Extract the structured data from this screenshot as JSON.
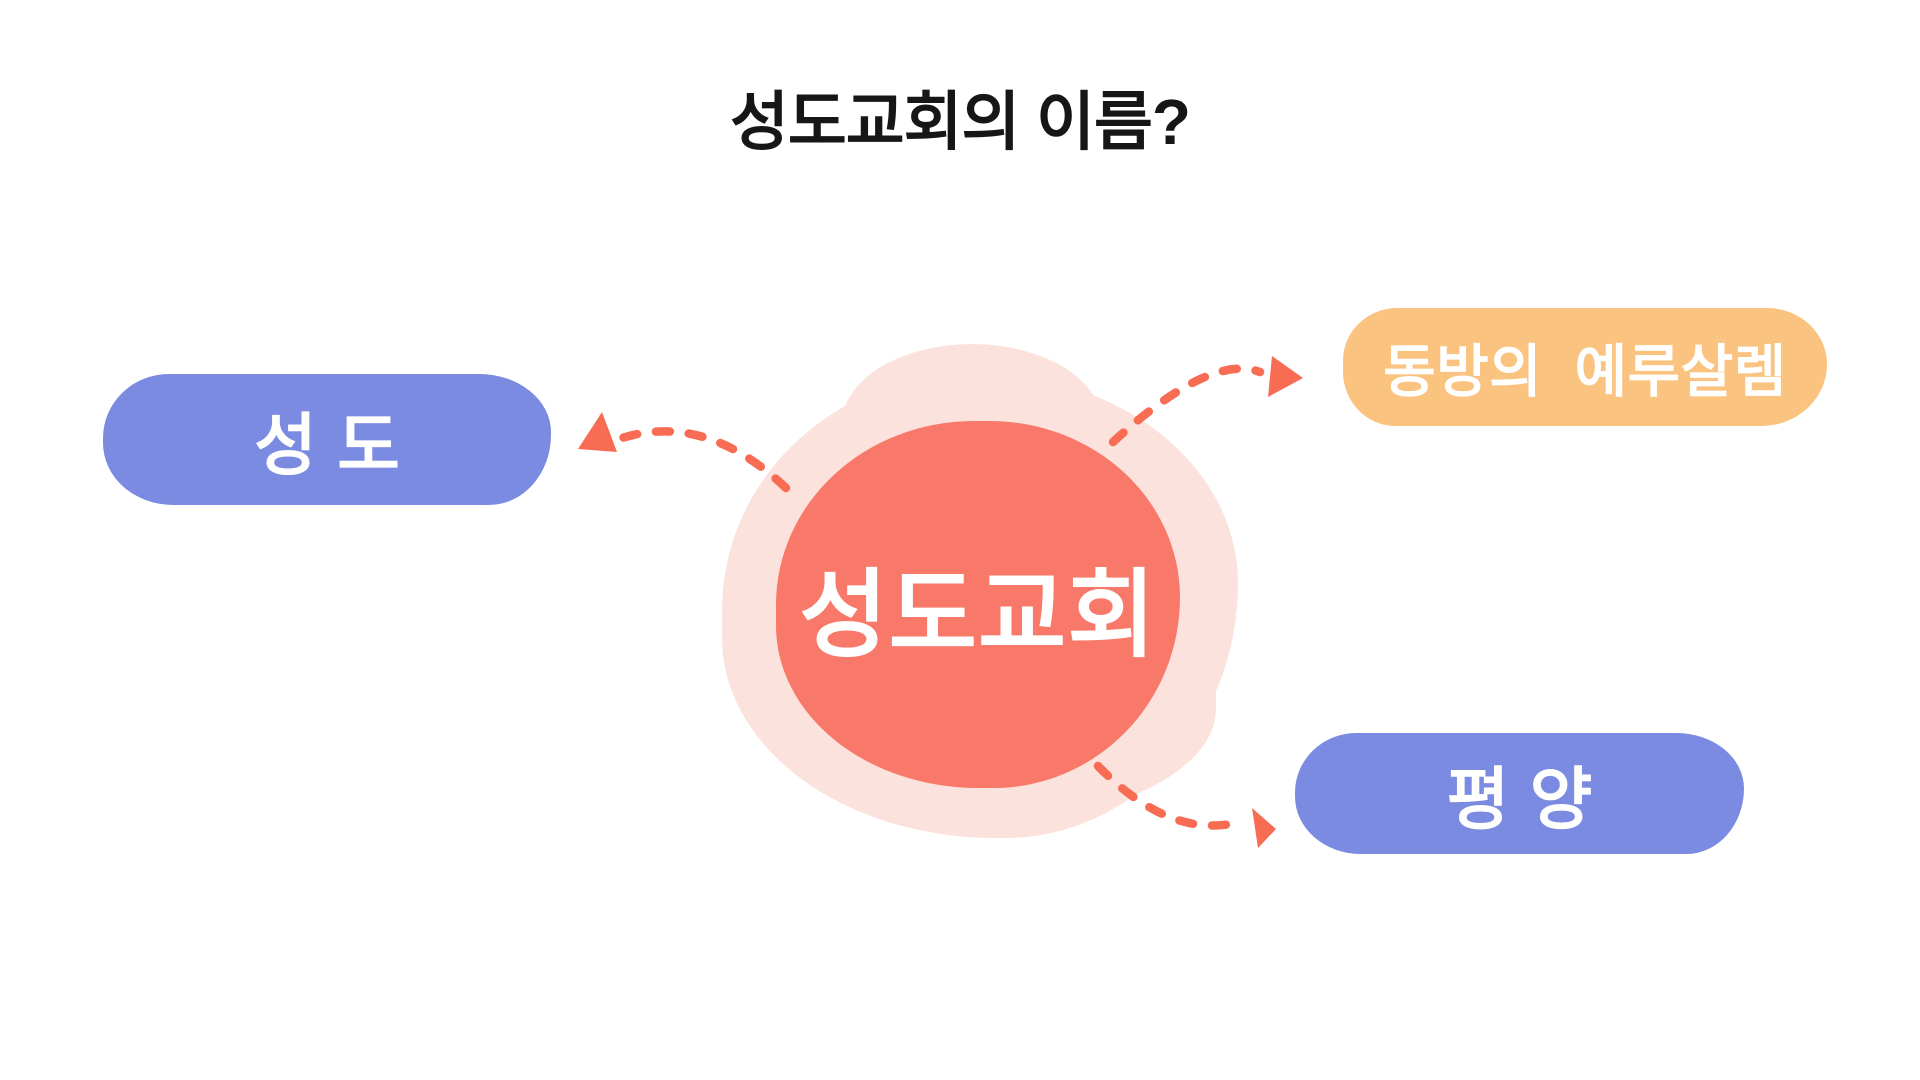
{
  "title": "성도교회의 이름?",
  "center": {
    "label": "성도교회",
    "shape": "blob-circle",
    "color": "#F8796A",
    "halo_color": "#FBE2DC",
    "text_color": "#FFFFFF"
  },
  "nodes": [
    {
      "id": "seongdo",
      "label": "성도",
      "position": "left",
      "color": "#7B8BE1",
      "text_color": "#FFFFFF"
    },
    {
      "id": "jerusalem",
      "label": "동방의 예루살렘",
      "position": "top-right",
      "color": "#FAC380",
      "text_color": "#FFFFFF"
    },
    {
      "id": "pyongyang",
      "label": "평양",
      "position": "bottom-right",
      "color": "#7B8BE1",
      "text_color": "#FFFFFF"
    }
  ],
  "connectors": [
    {
      "from": "center",
      "to": "seongdo",
      "style": "dashed-curve",
      "color": "#F76C52"
    },
    {
      "from": "center",
      "to": "jerusalem",
      "style": "dashed-curve",
      "color": "#F76C52"
    },
    {
      "from": "center",
      "to": "pyongyang",
      "style": "dashed-curve",
      "color": "#F76C52"
    }
  ],
  "colors": {
    "bg": "#FFFFFF",
    "title_color": "#161616",
    "coral": "#F8796A",
    "halo": "#FBE2DC",
    "node_blue": "#7B8BE1",
    "node_orange": "#FAC380",
    "arrow": "#F76C52",
    "node_text": "#FFFFFF"
  }
}
